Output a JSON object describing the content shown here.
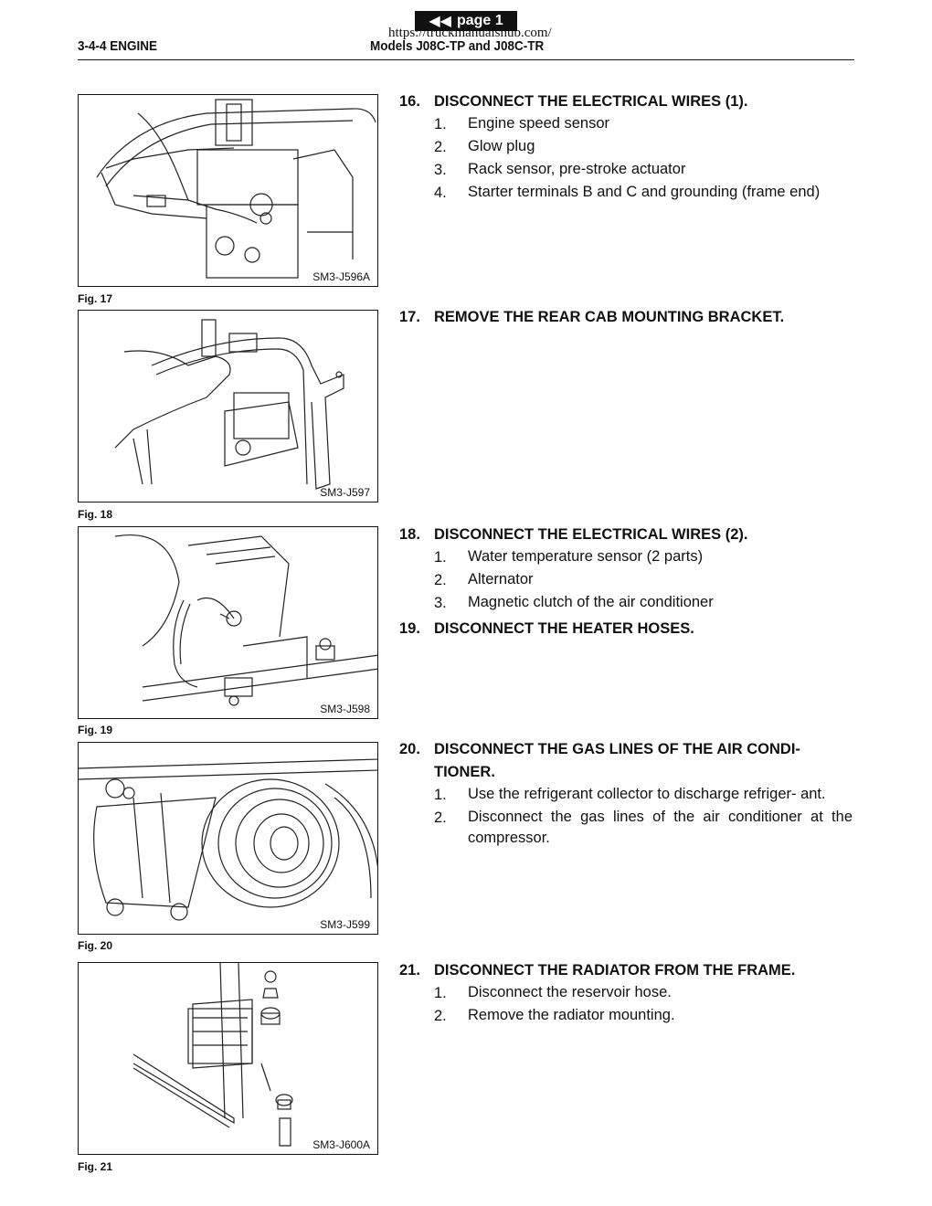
{
  "nav": {
    "page_button": "page 1",
    "url": "https://truckmanualshub.com/"
  },
  "header": {
    "section": "3-4-4 ENGINE",
    "models": "Models J08C-TP and J08C-TR"
  },
  "figures": [
    {
      "code": "SM3-J596A",
      "label": "Fig. 17"
    },
    {
      "code": "SM3-J597",
      "label": "Fig. 18"
    },
    {
      "code": "SM3-J598",
      "label": "Fig. 19"
    },
    {
      "code": "SM3-J599",
      "label": "Fig. 20"
    },
    {
      "code": "SM3-J600A",
      "label": "Fig. 21"
    }
  ],
  "steps": [
    {
      "number": "16.",
      "title": "DISCONNECT THE ELECTRICAL WIRES (1).",
      "items": [
        {
          "n": "1.",
          "t": "Engine speed sensor"
        },
        {
          "n": "2.",
          "t": "Glow plug"
        },
        {
          "n": "3.",
          "t": "Rack sensor, pre-stroke actuator"
        },
        {
          "n": "4.",
          "t": "Starter terminals B and C and grounding (frame end)"
        }
      ]
    },
    {
      "number": "17.",
      "title": "REMOVE THE REAR CAB MOUNTING BRACKET.",
      "items": []
    },
    {
      "number": "18.",
      "title": "DISCONNECT THE ELECTRICAL WIRES (2).",
      "items": [
        {
          "n": "1.",
          "t": "Water temperature sensor (2 parts)"
        },
        {
          "n": "2.",
          "t": "Alternator"
        },
        {
          "n": "3.",
          "t": "Magnetic clutch of the air conditioner"
        }
      ]
    },
    {
      "number": "19.",
      "title": "DISCONNECT THE HEATER HOSES.",
      "items": []
    },
    {
      "number": "20.",
      "title": "DISCONNECT THE GAS LINES OF THE AIR CONDI- TIONER.",
      "items": [
        {
          "n": "1.",
          "t": "Use the refrigerant collector to discharge refriger- ant."
        },
        {
          "n": "2.",
          "t": "Disconnect the gas lines of the air conditioner at the compressor."
        }
      ]
    },
    {
      "number": "21.",
      "title": "DISCONNECT THE RADIATOR FROM THE FRAME.",
      "items": [
        {
          "n": "1.",
          "t": "Disconnect the reservoir hose."
        },
        {
          "n": "2.",
          "t": "Remove the radiator mounting."
        }
      ]
    }
  ]
}
